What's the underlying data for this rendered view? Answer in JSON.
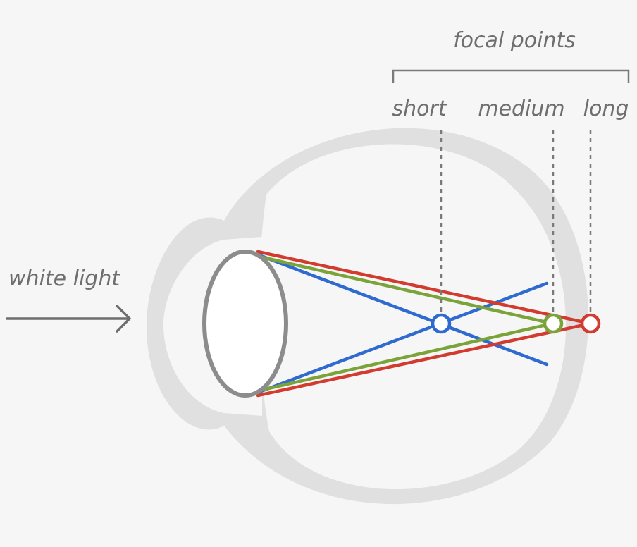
{
  "labels": {
    "focal_points": "focal points",
    "short": "short",
    "medium": "medium",
    "long": "long",
    "white_light": "white light"
  },
  "colors": {
    "background": "#f6f6f6",
    "eye": "#e0e0e0",
    "lens_stroke": "#8c8c8c",
    "text": "#6e6e6e",
    "short_ray": "#2f6ad0",
    "medium_ray": "#7aa43a",
    "long_ray": "#d23b2f"
  }
}
